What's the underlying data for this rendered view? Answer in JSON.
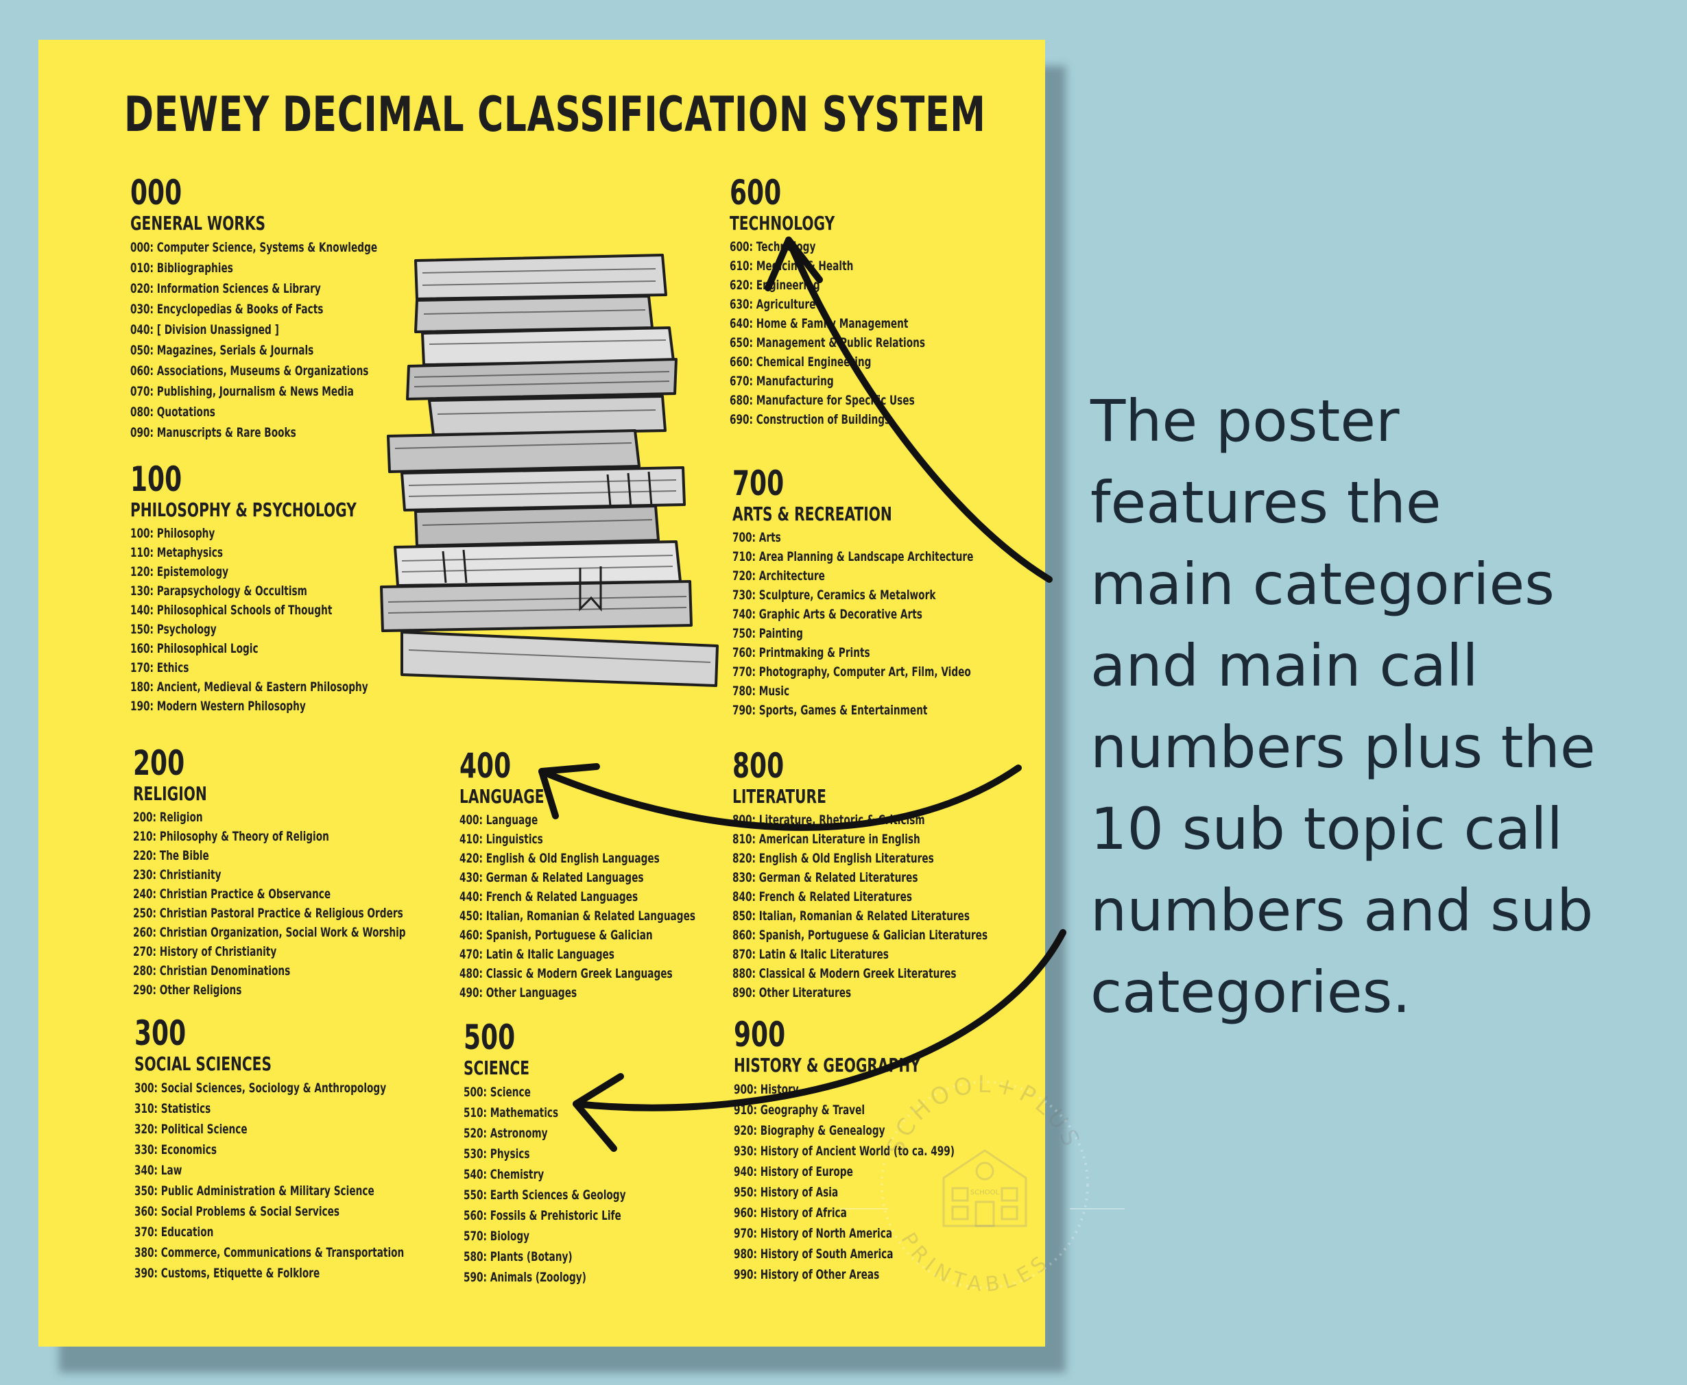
{
  "poster": {
    "title": "DEWEY DECIMAL CLASSIFICATION SYSTEM",
    "sections": {
      "s000": {
        "number": "000",
        "name": "GENERAL WORKS",
        "items": [
          "000: Computer Science, Systems & Knowledge",
          "010: Bibliographies",
          "020: Information Sciences & Library",
          "030: Encyclopedias & Books of Facts",
          "040: [ Division Unassigned ]",
          "050: Magazines, Serials & Journals",
          "060: Associations, Museums & Organizations",
          "070: Publishing, Journalism & News Media",
          "080: Quotations",
          "090: Manuscripts & Rare Books"
        ]
      },
      "s100": {
        "number": "100",
        "name": "PHILOSOPHY & PSYCHOLOGY",
        "items": [
          "100: Philosophy",
          "110: Metaphysics",
          "120: Epistemology",
          "130: Parapsychology & Occultism",
          "140: Philosophical Schools of Thought",
          "150: Psychology",
          "160: Philosophical Logic",
          "170: Ethics",
          "180: Ancient, Medieval & Eastern Philosophy",
          "190: Modern Western Philosophy"
        ]
      },
      "s200": {
        "number": "200",
        "name": "RELIGION",
        "items": [
          "200: Religion",
          "210: Philosophy & Theory of Religion",
          "220: The Bible",
          "230: Christianity",
          "240: Christian Practice & Observance",
          "250: Christian Pastoral Practice & Religious Orders",
          "260: Christian Organization, Social Work & Worship",
          "270: History of Christianity",
          "280: Christian Denominations",
          "290: Other Religions"
        ]
      },
      "s300": {
        "number": "300",
        "name": "SOCIAL SCIENCES",
        "items": [
          "300: Social Sciences, Sociology & Anthropology",
          "310: Statistics",
          "320: Political Science",
          "330: Economics",
          "340: Law",
          "350: Public Administration & Military Science",
          "360: Social Problems & Social Services",
          "370: Education",
          "380: Commerce, Communications & Transportation",
          "390: Customs, Etiquette & Folklore"
        ]
      },
      "s400": {
        "number": "400",
        "name": "LANGUAGE",
        "items": [
          "400: Language",
          "410: Linguistics",
          "420: English & Old English Languages",
          "430: German & Related Languages",
          "440: French & Related Languages",
          "450: Italian, Romanian & Related Languages",
          "460: Spanish, Portuguese & Galician",
          "470: Latin & Italic Languages",
          "480: Classic & Modern Greek Languages",
          "490: Other Languages"
        ]
      },
      "s500": {
        "number": "500",
        "name": "SCIENCE",
        "items": [
          "500: Science",
          "510: Mathematics",
          "520: Astronomy",
          "530: Physics",
          "540: Chemistry",
          "550: Earth Sciences & Geology",
          "560: Fossils & Prehistoric Life",
          "570: Biology",
          "580: Plants (Botany)",
          "590: Animals (Zoology)"
        ]
      },
      "s600": {
        "number": "600",
        "name": "TECHNOLOGY",
        "items": [
          "600: Technology",
          "610: Medicine & Health",
          "620: Engineering",
          "630: Agriculture",
          "640: Home & Family Management",
          "650: Management & Public Relations",
          "660: Chemical Engineering",
          "670: Manufacturing",
          "680: Manufacture for Specific Uses",
          "690: Construction of Buildings"
        ]
      },
      "s700": {
        "number": "700",
        "name": "ARTS & RECREATION",
        "items": [
          "700: Arts",
          "710: Area Planning & Landscape Architecture",
          "720: Architecture",
          "730: Sculpture, Ceramics & Metalwork",
          "740: Graphic Arts & Decorative Arts",
          "750: Painting",
          "760: Printmaking & Prints",
          "770: Photography, Computer Art, Film, Video",
          "780: Music",
          "790: Sports, Games & Entertainment"
        ]
      },
      "s800": {
        "number": "800",
        "name": "LITERATURE",
        "items": [
          "800: Literature, Rhetoric & Criticism",
          "810: American Literature in English",
          "820: English & Old English Literatures",
          "830: German & Related Literatures",
          "840: French & Related Literatures",
          "850: Italian, Romanian & Related Literatures",
          "860: Spanish, Portuguese & Galician Literatures",
          "870: Latin & Italic Literatures",
          "880: Classical & Modern Greek Literatures",
          "890: Other Literatures"
        ]
      },
      "s900": {
        "number": "900",
        "name": "HISTORY & GEOGRAPHY",
        "items": [
          "900: History",
          "910: Geography & Travel",
          "920: Biography & Genealogy",
          "930: History of Ancient World (to ca. 499)",
          "940: History of Europe",
          "950: History of Asia",
          "960: History of Africa",
          "970: History of North America",
          "980: History of South America",
          "990: History of Other Areas"
        ]
      }
    }
  },
  "caption": {
    "lines": [
      "The poster",
      "features the",
      "main categories",
      "and main call",
      "numbers plus the",
      "10 sub topic call",
      "numbers and sub",
      "categories."
    ]
  },
  "watermark": {
    "top_text": "SCHOOL+PLUS",
    "bottom_text": "PRINTABLES",
    "building_label": "SCHOOL"
  },
  "icons": [
    "book-stack-illustration",
    "curved-arrow-icon",
    "school-building-icon"
  ],
  "colors": {
    "background": "#a6cfd8",
    "poster": "#fdea4b",
    "ink": "#1e1e1e",
    "caption_text": "#1c2a35"
  }
}
